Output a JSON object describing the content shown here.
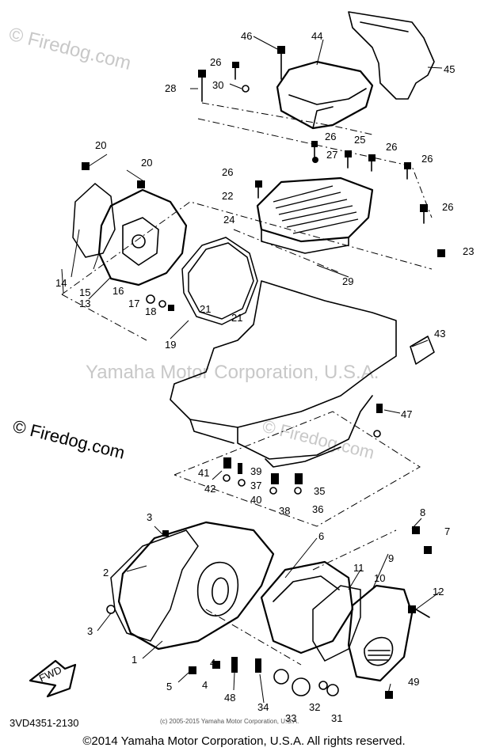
{
  "watermarks": {
    "firedog_top": "© Firedog.com",
    "yamaha": "Yamaha Motor Corporation, U.S.A.",
    "firedog_mid": "© Firedog.com",
    "firedog_mid_faint": "© Firedog.com"
  },
  "diagram_code": "3VD4351-2130",
  "small_copyright": "(c) 2005-2015 Yamaha Motor Corporation, U.S.A.",
  "fwd_label": "FWD",
  "footer": "©2014 Yamaha Motor Corporation, U.S.A. All rights reserved.",
  "callouts": [
    "1",
    "2",
    "3",
    "3",
    "4",
    "4",
    "5",
    "6",
    "7",
    "8",
    "9",
    "10",
    "11",
    "12",
    "13",
    "14",
    "15",
    "16",
    "17",
    "18",
    "19",
    "20",
    "20",
    "21",
    "21",
    "22",
    "23",
    "24",
    "25",
    "26",
    "26",
    "26",
    "26",
    "26",
    "26",
    "27",
    "28",
    "29",
    "30",
    "31",
    "32",
    "33",
    "34",
    "35",
    "36",
    "37",
    "38",
    "39",
    "40",
    "41",
    "42",
    "43",
    "44",
    "45",
    "46",
    "47",
    "48",
    "49"
  ]
}
